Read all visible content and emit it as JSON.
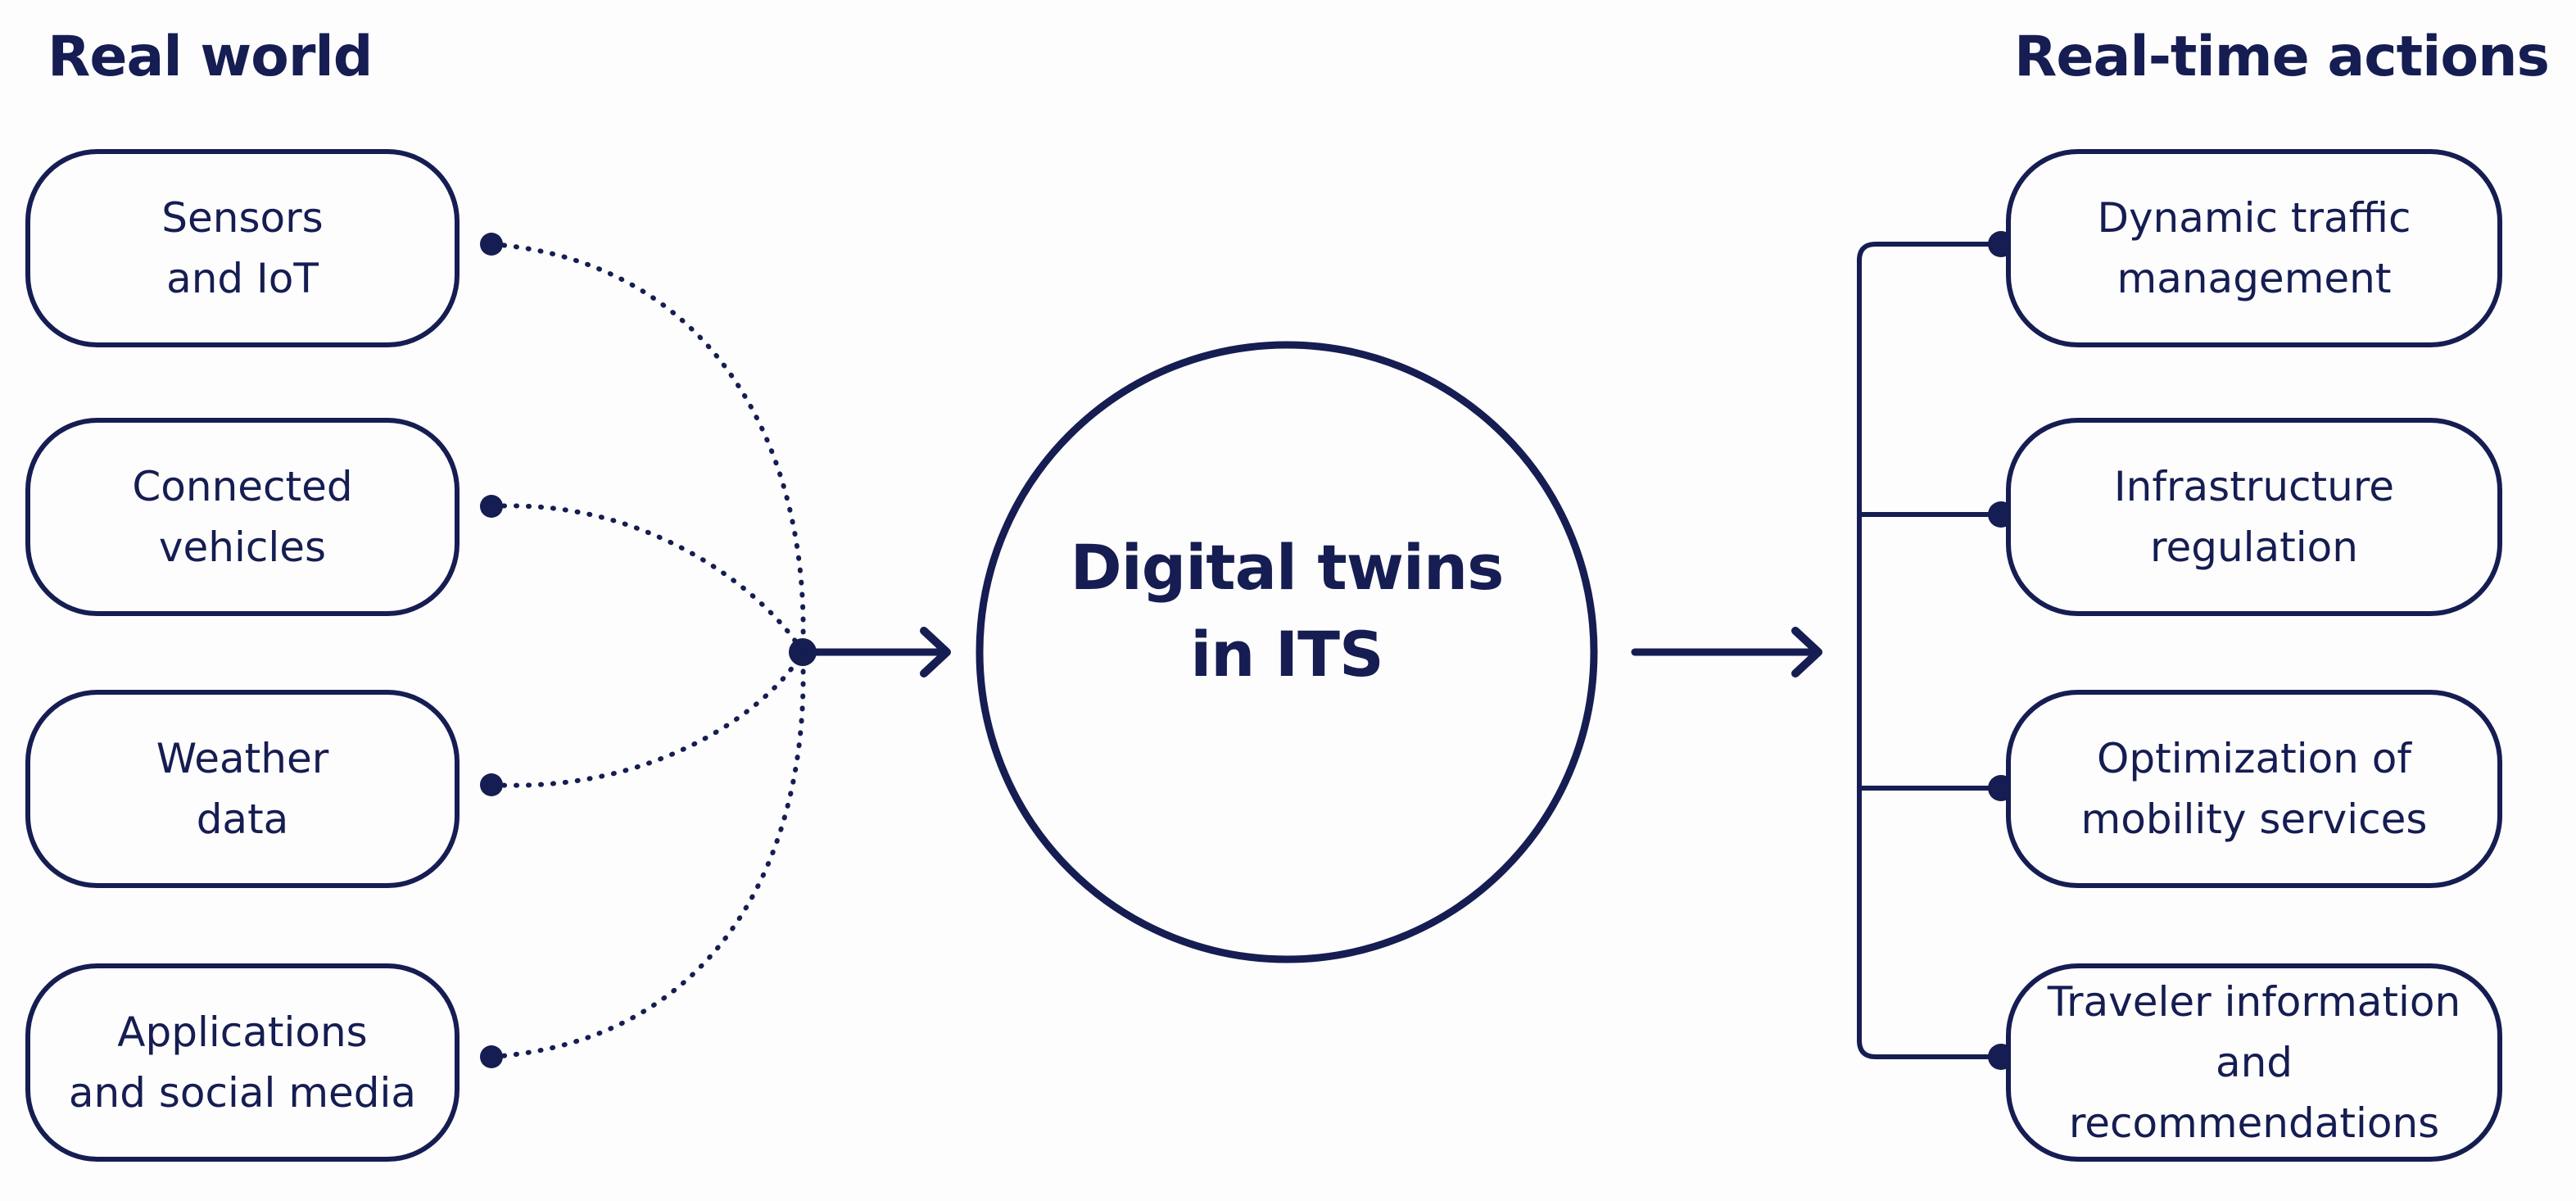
{
  "headings": {
    "left": "Real world",
    "right": "Real-time actions"
  },
  "inputs": [
    {
      "label": "Sensors\nand IoT"
    },
    {
      "label": "Connected\nvehicles"
    },
    {
      "label": "Weather\ndata"
    },
    {
      "label": "Applications\nand social media"
    }
  ],
  "center": {
    "label": "Digital twins\nin ITS"
  },
  "outputs": [
    {
      "label": "Dynamic traffic\nmanagement"
    },
    {
      "label": "Infrastructure\nregulation"
    },
    {
      "label": "Optimization of\nmobility services"
    },
    {
      "label": "Traveler information\nand recommendations"
    }
  ],
  "colors": {
    "ink": "#151d52",
    "background": "#fdfdfd"
  }
}
